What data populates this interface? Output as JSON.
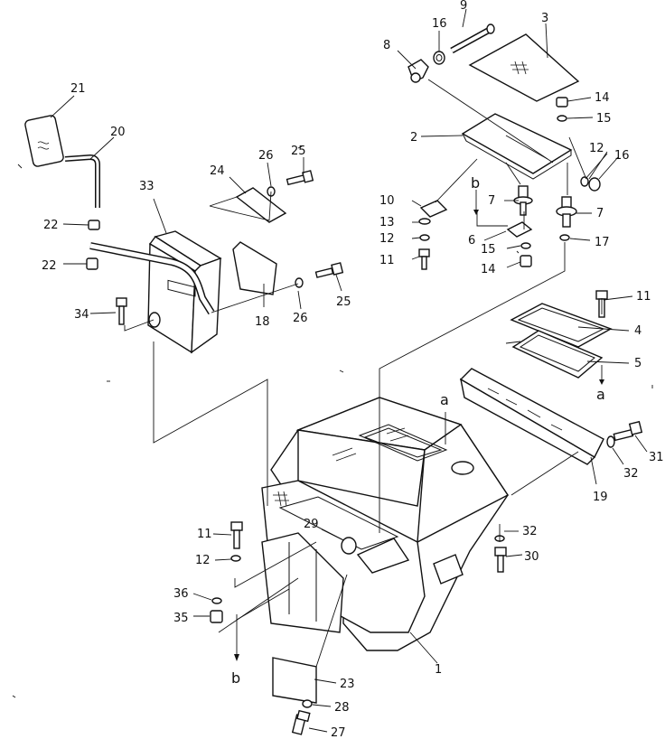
{
  "callouts": [
    {
      "id": "c1",
      "text": "1"
    },
    {
      "id": "c2",
      "text": "2"
    },
    {
      "id": "c3",
      "text": "3"
    },
    {
      "id": "c4",
      "text": "4"
    },
    {
      "id": "c5",
      "text": "5"
    },
    {
      "id": "c6",
      "text": "6"
    },
    {
      "id": "c7a",
      "text": "7"
    },
    {
      "id": "c7b",
      "text": "7"
    },
    {
      "id": "c8",
      "text": "8"
    },
    {
      "id": "c9",
      "text": "9"
    },
    {
      "id": "c10",
      "text": "10"
    },
    {
      "id": "c11a",
      "text": "11"
    },
    {
      "id": "c11b",
      "text": "11"
    },
    {
      "id": "c11c",
      "text": "11"
    },
    {
      "id": "c12a",
      "text": "12"
    },
    {
      "id": "c12b",
      "text": "12"
    },
    {
      "id": "c12c",
      "text": "12"
    },
    {
      "id": "c13",
      "text": "13"
    },
    {
      "id": "c14a",
      "text": "14"
    },
    {
      "id": "c14b",
      "text": "14"
    },
    {
      "id": "c15a",
      "text": "15"
    },
    {
      "id": "c15b",
      "text": "15"
    },
    {
      "id": "c16a",
      "text": "16"
    },
    {
      "id": "c16b",
      "text": "16"
    },
    {
      "id": "c17",
      "text": "17"
    },
    {
      "id": "c18",
      "text": "18"
    },
    {
      "id": "c19",
      "text": "19"
    },
    {
      "id": "c20",
      "text": "20"
    },
    {
      "id": "c21",
      "text": "21"
    },
    {
      "id": "c22a",
      "text": "22"
    },
    {
      "id": "c22b",
      "text": "22"
    },
    {
      "id": "c23",
      "text": "23"
    },
    {
      "id": "c24",
      "text": "24"
    },
    {
      "id": "c25a",
      "text": "25"
    },
    {
      "id": "c25b",
      "text": "25"
    },
    {
      "id": "c26a",
      "text": "26"
    },
    {
      "id": "c26b",
      "text": "26"
    },
    {
      "id": "c27",
      "text": "27"
    },
    {
      "id": "c28",
      "text": "28"
    },
    {
      "id": "c29",
      "text": "29"
    },
    {
      "id": "c30",
      "text": "30"
    },
    {
      "id": "c31",
      "text": "31"
    },
    {
      "id": "c32a",
      "text": "32"
    },
    {
      "id": "c32b",
      "text": "32"
    },
    {
      "id": "c33",
      "text": "33"
    },
    {
      "id": "c34",
      "text": "34"
    },
    {
      "id": "c35",
      "text": "35"
    },
    {
      "id": "c36",
      "text": "36"
    }
  ],
  "reference_letters": {
    "a_top": "a",
    "a_bottom": "a",
    "b_top": "b",
    "b_bottom": "b"
  }
}
